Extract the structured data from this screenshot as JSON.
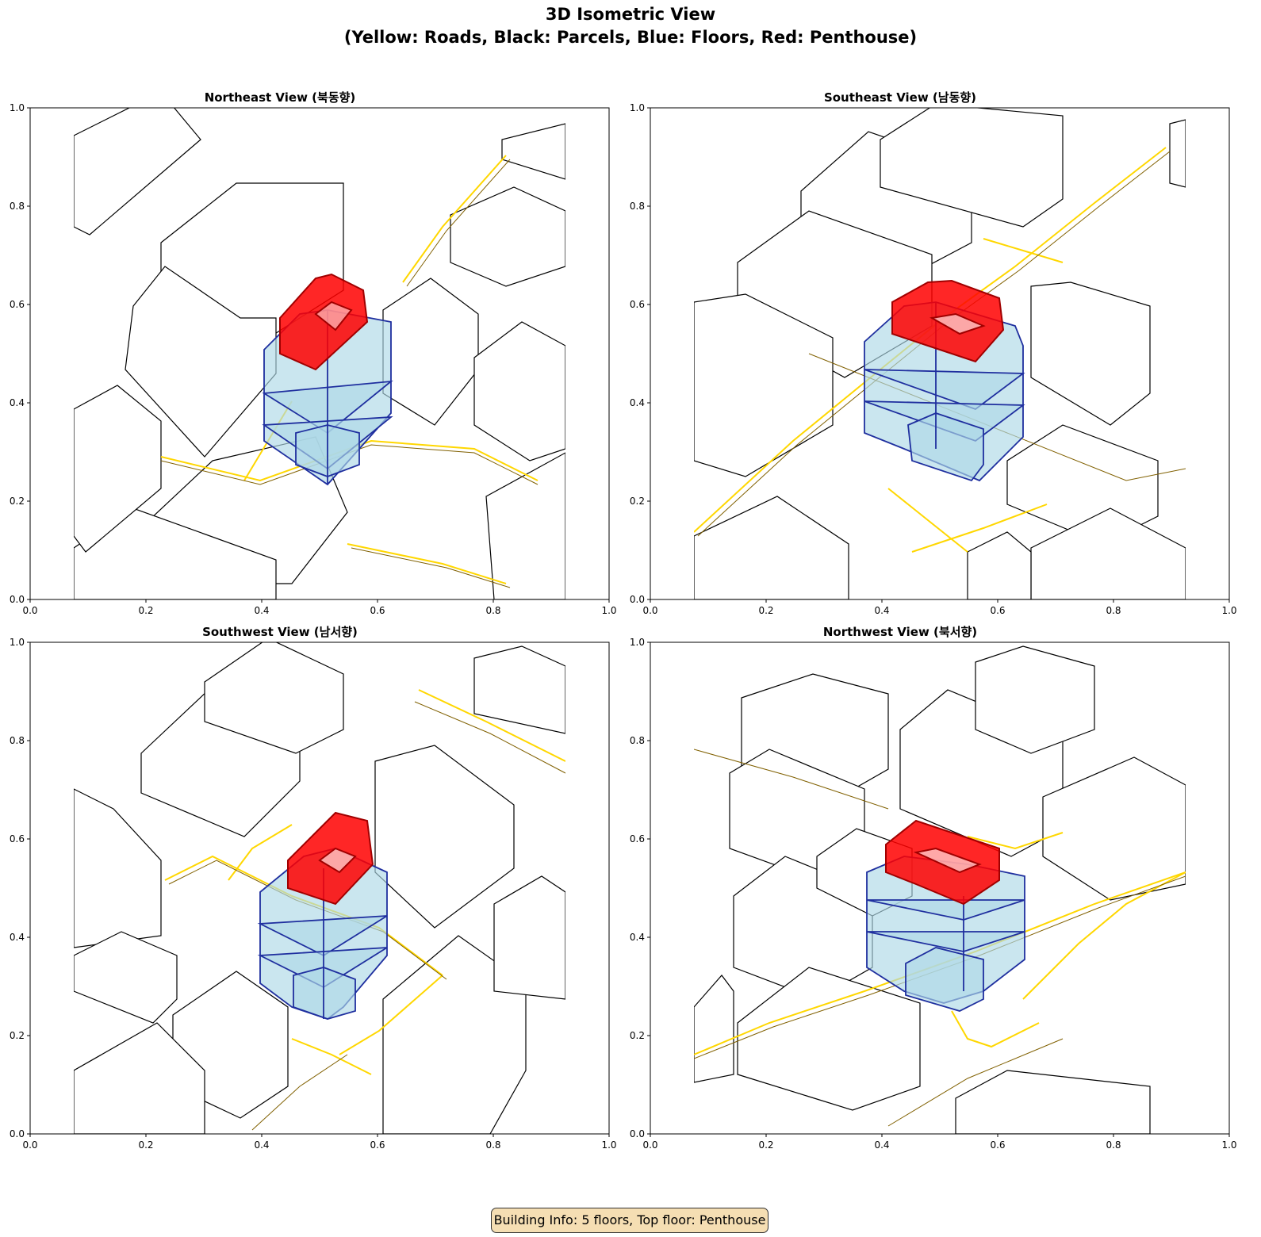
{
  "figure": {
    "title_line1": "3D Isometric View",
    "title_line2": "(Yellow: Roads, Black: Parcels, Blue: Floors, Red: Penthouse)"
  },
  "colors": {
    "road": "#ffd700",
    "road_edge": "#806000",
    "parcel": "#000000",
    "floor_fill": "#add8e6",
    "floor_edge": "#1f2f9f",
    "penthouse": "#ff0000"
  },
  "axes": {
    "x_ticks": [
      "0.0",
      "0.2",
      "0.4",
      "0.6",
      "0.8",
      "1.0"
    ],
    "y_ticks": [
      "0.0",
      "0.2",
      "0.4",
      "0.6",
      "0.8",
      "1.0"
    ],
    "xlim": [
      0,
      1
    ],
    "ylim": [
      0,
      1
    ]
  },
  "panels": [
    {
      "title": "Northeast View (북동향)"
    },
    {
      "title": "Southeast View (남동향)"
    },
    {
      "title": "Southwest View (남서향)"
    },
    {
      "title": "Northwest View (북서향)"
    }
  ],
  "info": {
    "text": "Building Info: 5 floors, Top floor: Penthouse"
  },
  "chart_data": [
    {
      "type": "diagram",
      "title": "Northeast View (북동향)",
      "xlim": [
        0,
        1
      ],
      "ylim": [
        0,
        1
      ],
      "floors": 5,
      "top_floor": "Penthouse"
    },
    {
      "type": "diagram",
      "title": "Southeast View (남동향)",
      "xlim": [
        0,
        1
      ],
      "ylim": [
        0,
        1
      ],
      "floors": 5,
      "top_floor": "Penthouse"
    },
    {
      "type": "diagram",
      "title": "Southwest View (남서향)",
      "xlim": [
        0,
        1
      ],
      "ylim": [
        0,
        1
      ],
      "floors": 5,
      "top_floor": "Penthouse"
    },
    {
      "type": "diagram",
      "title": "Northwest View (북서향)",
      "xlim": [
        0,
        1
      ],
      "ylim": [
        0,
        1
      ],
      "floors": 5,
      "top_floor": "Penthouse"
    }
  ]
}
